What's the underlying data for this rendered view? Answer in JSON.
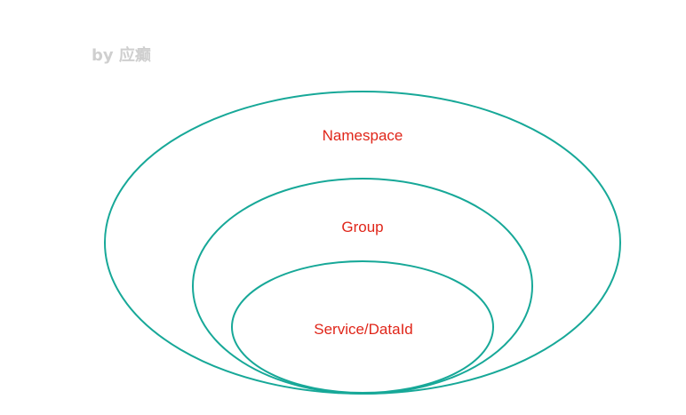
{
  "author": "by 应癫",
  "colors": {
    "ring_stroke": "#17a898",
    "label_text": "#e0261a",
    "author_text": "#cfcfcf",
    "background": "#ffffff"
  },
  "layers": [
    {
      "name": "namespace",
      "label": "Namespace"
    },
    {
      "name": "group",
      "label": "Group"
    },
    {
      "name": "service-dataid",
      "label": "Service/DataId"
    }
  ]
}
